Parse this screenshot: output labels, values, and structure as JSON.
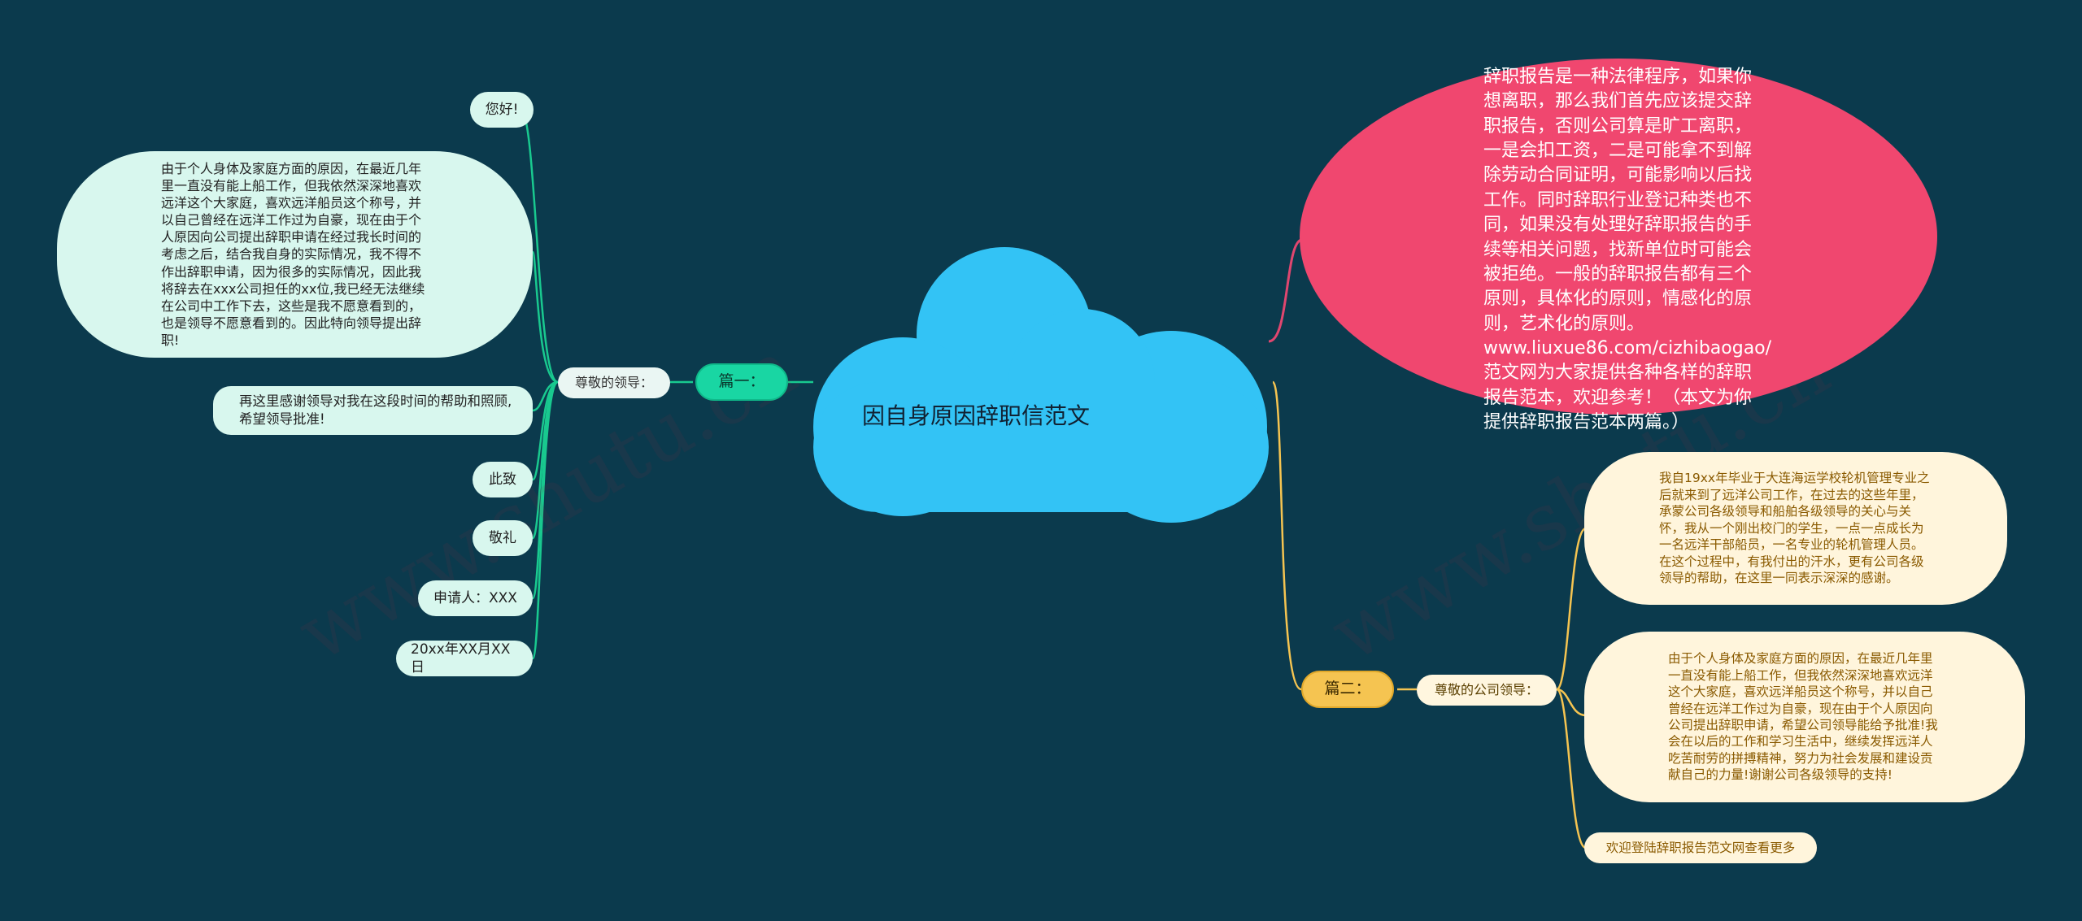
{
  "central": {
    "title": "因自身原因辞职信范文",
    "color": "#33c3f5"
  },
  "intro": {
    "text": "辞职报告是一种法律程序，如果你想离职，那么我们首先应该提交辞职报告，否则公司算是旷工离职，一是会扣工资，二是可能拿不到解除劳动合同证明，可能影响以后找工作。同时辞职行业登记种类也不同，如果没有处理好辞职报告的手续等相关问题，找新单位时可能会被拒绝。一般的辞职报告都有三个原则，具体化的原则，情感化的原则，艺术化的原则。www.liuxue86.com/cizhibaogao/ 范文网为大家提供各种各样的辞职报告范本，欢迎参考！（本文为你提供辞职报告范本两篇。）",
    "color": "#f0476f"
  },
  "branch_one": {
    "label": "篇一：",
    "color": "#19d6a3",
    "sub_label": "尊敬的领导：",
    "leaves": [
      "您好!",
      "由于个人身体及家庭方面的原因，在最近几年里一直没有能上船工作，但我依然深深地喜欢远洋这个大家庭，喜欢远洋船员这个称号，并以自己曾经在远洋工作过为自豪，现在由于个人原因向公司提出辞职申请在经过我长时间的考虑之后，结合我自身的实际情况，我不得不作出辞职申请，因为很多的实际情况，因此我将辞去在xxx公司担任的xx位,我已经无法继续在公司中工作下去，这些是我不愿意看到的，也是领导不愿意看到的。因此特向领导提出辞职!",
      "再这里感谢领导对我在这段时间的帮助和照顾,希望领导批准!",
      "此致",
      "敬礼",
      "申请人：XXX",
      "20xx年XX月XX日"
    ]
  },
  "branch_two": {
    "label": "篇二：",
    "color": "#f5c451",
    "sub_label": "尊敬的公司领导：",
    "leaves": [
      "我自19xx年毕业于大连海运学校轮机管理专业之后就来到了远洋公司工作，在过去的这些年里，承蒙公司各级领导和船舶各级领导的关心与关怀，我从一个刚出校门的学生，一点一点成长为一名远洋干部船员，一名专业的轮机管理人员。在这个过程中，有我付出的汗水，更有公司各级领导的帮助，在这里一同表示深深的感谢。",
      "由于个人身体及家庭方面的原因，在最近几年里一直没有能上船工作，但我依然深深地喜欢远洋这个大家庭，喜欢远洋船员这个称号，并以自己曾经在远洋工作过为自豪，现在由于个人原因向公司提出辞职申请，希望公司领导能给予批准!我会在以后的工作和学习生活中，继续发挥远洋人吃苦耐劳的拼搏精神，努力为社会发展和建设贡献自己的力量!谢谢公司各级领导的支持!",
      "欢迎登陆辞职报告范文网查看更多"
    ]
  },
  "watermarks": [
    "www.shutu.cn",
    "www.shutu.cn"
  ]
}
